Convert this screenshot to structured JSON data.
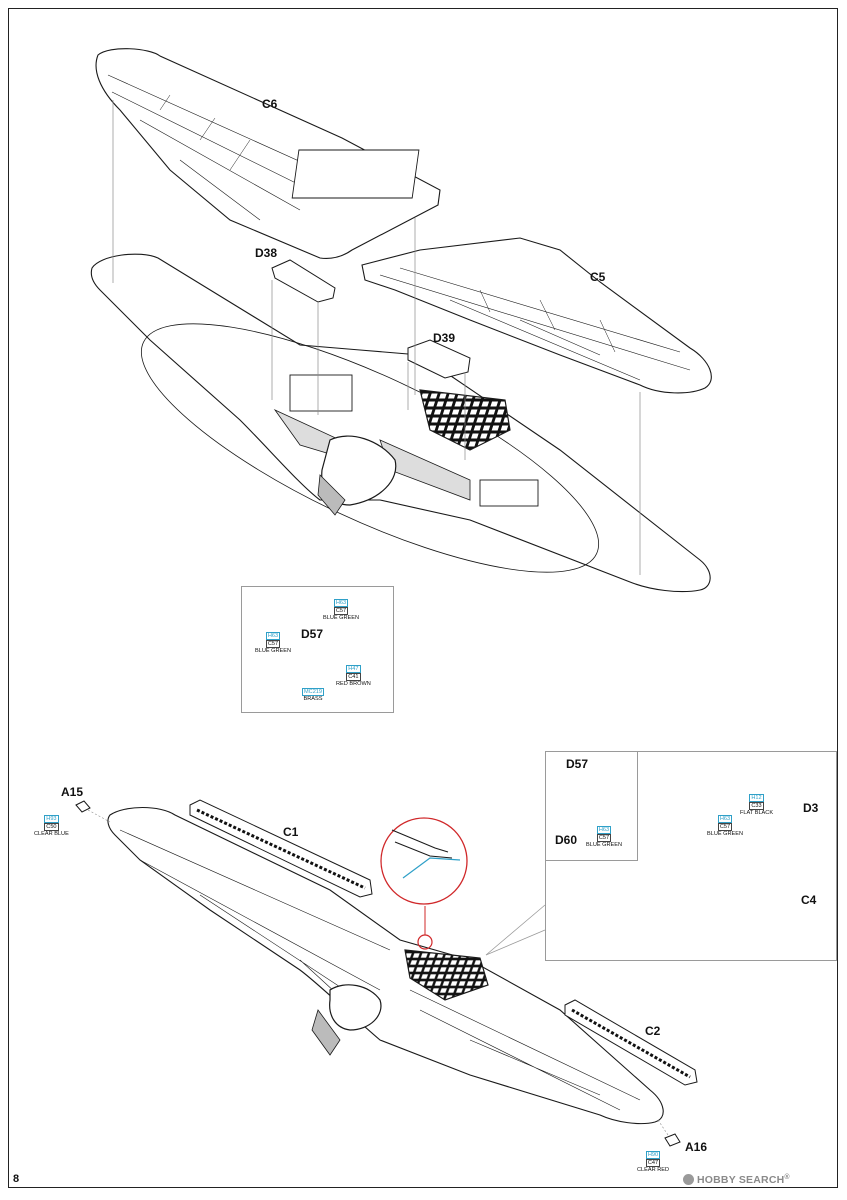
{
  "page": {
    "number": "8"
  },
  "watermark": {
    "text": "HOBBY SEARCH",
    "symbol": "®"
  },
  "step_top": {
    "parts": {
      "c6": "C6",
      "c5": "C5",
      "d38": "D38",
      "d39": "D39"
    }
  },
  "detail_d57": {
    "part": "D57",
    "paints": [
      {
        "h": "H63",
        "c": "C57",
        "name": "BLUE GREEN"
      },
      {
        "h": "H63",
        "c": "C57",
        "name": "BLUE GREEN"
      },
      {
        "h": "H47",
        "c": "C41",
        "name": "RED BROWN"
      },
      {
        "h": "MC219",
        "c": "",
        "name": "BRASS"
      }
    ]
  },
  "step_bottom": {
    "parts": {
      "a15": "A15",
      "a16": "A16",
      "c1": "C1",
      "c2": "C2"
    },
    "paints": {
      "a15": {
        "h": "H93",
        "c": "C50",
        "name": "CLEAR BLUE"
      },
      "a16": {
        "h": "H90",
        "c": "C47",
        "name": "CLEAR RED"
      }
    }
  },
  "detail_radiator": {
    "parts": {
      "d57": "D57",
      "d60": "D60",
      "d3": "D3",
      "c4": "C4"
    },
    "paints": {
      "d60": {
        "h": "H63",
        "c": "C57",
        "name": "BLUE GREEN"
      },
      "radiator": {
        "h": "H63",
        "c": "C57",
        "name": "BLUE GREEN"
      },
      "black": {
        "h": "H12",
        "c": "C33",
        "name": "FLAT BLACK"
      }
    }
  },
  "colors": {
    "line": "#1a1a1a",
    "leader": "#8c8c8c",
    "accent_blue": "#2fa0c8",
    "callout_red": "#d0282a"
  }
}
